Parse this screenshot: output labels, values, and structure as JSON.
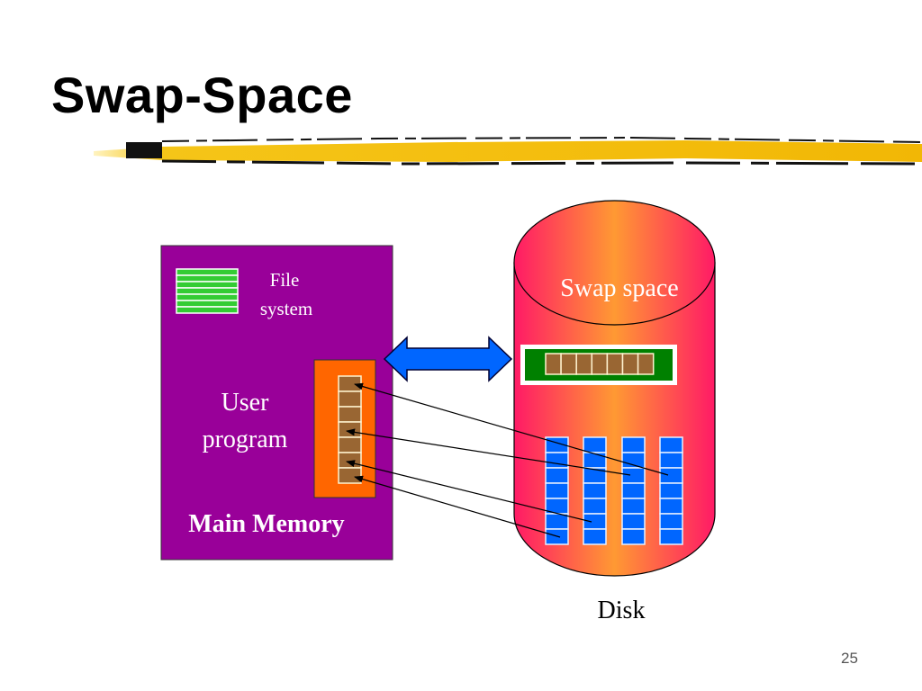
{
  "slide": {
    "title": "Swap-Space",
    "page_number": "25"
  },
  "main_memory": {
    "label": "Main Memory",
    "file_system_label_line1": "File",
    "file_system_label_line2": "system",
    "user_program_label_line1": "User",
    "user_program_label_line2": "program",
    "file_system_stripes": 7,
    "program_pages": 7
  },
  "disk": {
    "label": "Disk",
    "swap_label": "Swap space",
    "swap_block_cells": 7,
    "columns": 4,
    "cells_per_column": 7
  },
  "colors": {
    "memory": "#990099",
    "program_box": "#ff6600",
    "page": "#996633",
    "file_system": "#33cc33",
    "swap_frame": "#008000",
    "disk_edge": "#ff1a66",
    "disk_center": "#ff9933",
    "disk_block": "#0066ff",
    "arrow": "#0066ff",
    "highlighter": "#f5c518"
  }
}
